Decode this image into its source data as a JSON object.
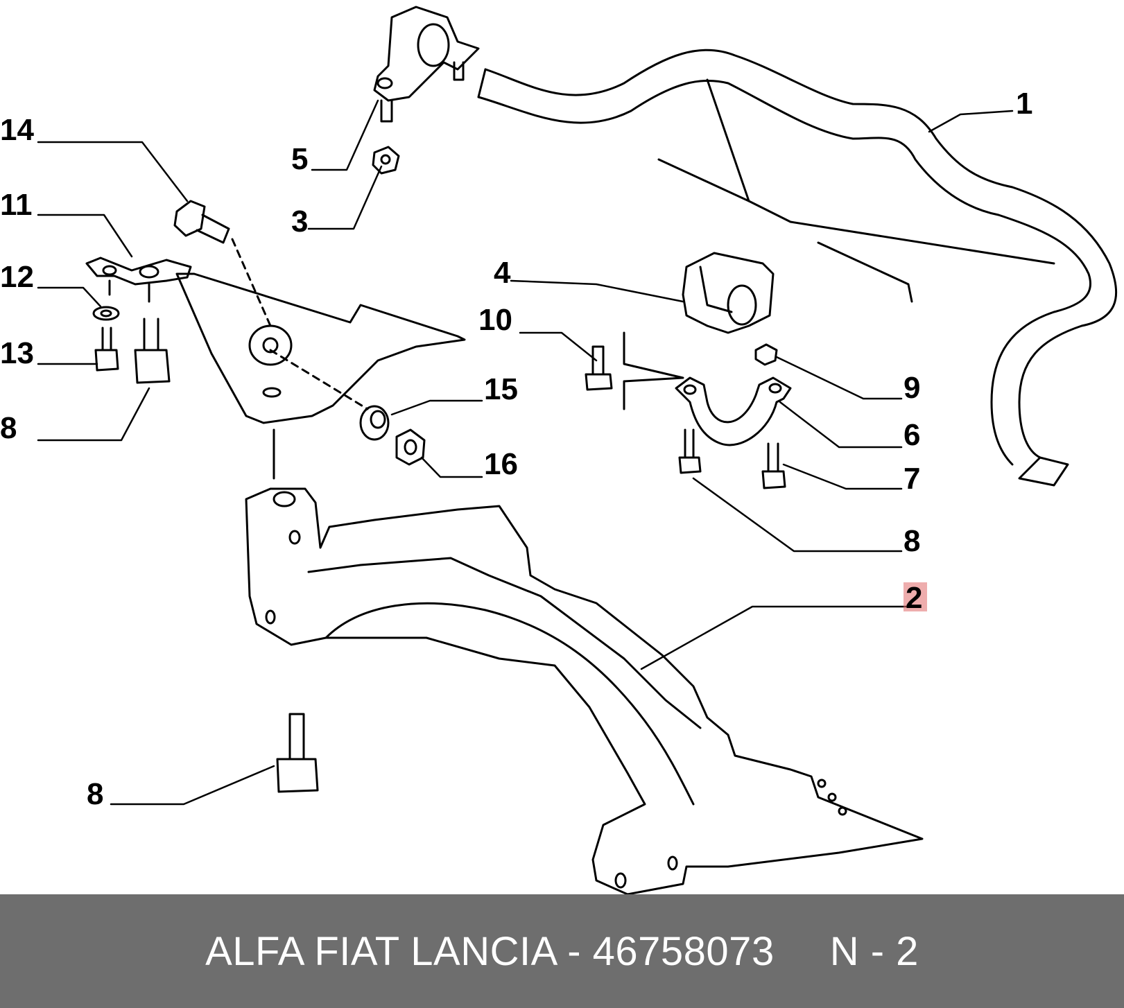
{
  "diagram": {
    "callouts": [
      {
        "id": "1",
        "label": "1"
      },
      {
        "id": "2",
        "label": "2",
        "highlighted": true
      },
      {
        "id": "3",
        "label": "3"
      },
      {
        "id": "4",
        "label": "4"
      },
      {
        "id": "5",
        "label": "5"
      },
      {
        "id": "6",
        "label": "6"
      },
      {
        "id": "7",
        "label": "7"
      },
      {
        "id": "8a",
        "label": "8"
      },
      {
        "id": "8b",
        "label": "8"
      },
      {
        "id": "8c",
        "label": "8"
      },
      {
        "id": "9",
        "label": "9"
      },
      {
        "id": "10",
        "label": "10"
      },
      {
        "id": "11",
        "label": "11"
      },
      {
        "id": "12",
        "label": "12"
      },
      {
        "id": "13",
        "label": "13"
      },
      {
        "id": "14",
        "label": "14"
      },
      {
        "id": "15",
        "label": "15"
      },
      {
        "id": "16",
        "label": "16"
      }
    ],
    "highlight_color": "#e06a6a"
  },
  "footer": {
    "brand_part": "ALFA FIAT LANCIA - 46758073",
    "ref": "N - 2"
  }
}
